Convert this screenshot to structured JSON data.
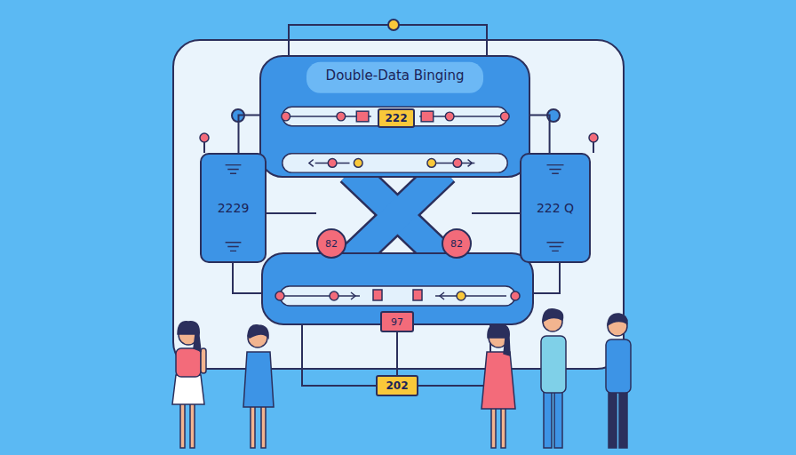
{
  "diagram": {
    "nodes": [
      {
        "text": [
          "Double-Data Binging"
        ]
      },
      {
        "text": [
          "222"
        ],
        "in": 0
      },
      {
        "text": [
          "2229"
        ]
      },
      {
        "text": [
          "222 Q"
        ]
      },
      {
        "text": [
          "82"
        ]
      },
      {
        "text": [
          "82"
        ]
      },
      {
        "text": [
          "97"
        ]
      },
      {
        "text": [
          "202"
        ]
      }
    ],
    "edges": [
      {
        "from": 0,
        "to": 2,
        "arrow": "none"
      },
      {
        "from": 0,
        "to": 3,
        "arrow": "none"
      },
      {
        "from": 6,
        "to": 7,
        "arrow": "none"
      }
    ]
  }
}
